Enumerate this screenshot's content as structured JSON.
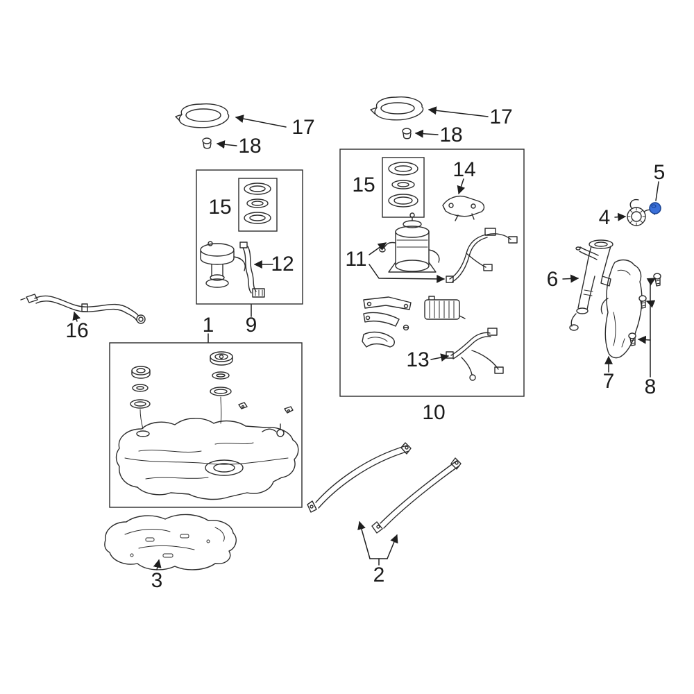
{
  "diagram": {
    "kind": "parts-diagram",
    "background": "#ffffff",
    "line_color": "#2b2b2b",
    "highlighted_part": "5"
  },
  "highlight": {
    "color": "#3a6fd8",
    "stroke": "#17408f"
  },
  "callouts": {
    "p1": "1",
    "p2": "2",
    "p3": "3",
    "p4": "4",
    "p5": "5",
    "p6": "6",
    "p7": "7",
    "p8": "8",
    "p9": "9",
    "p10": "10",
    "p11": "11",
    "p12": "12",
    "p13": "13",
    "p14": "14",
    "p15": "15",
    "p16": "16",
    "p17": "17",
    "p18": "18"
  }
}
